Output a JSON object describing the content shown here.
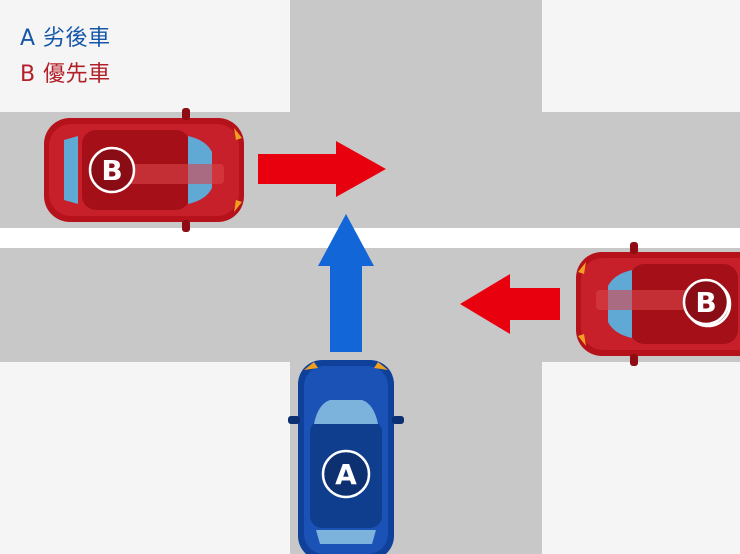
{
  "legend": {
    "a": {
      "text": "A 劣後車",
      "color": "#1556a8"
    },
    "b": {
      "text": "B 優先車",
      "color": "#b2202a"
    }
  },
  "cars": [
    {
      "id": "car-b-left",
      "label": "B",
      "facing": "right",
      "body_color": "#b5121b"
    },
    {
      "id": "car-b-right",
      "label": "B",
      "facing": "left",
      "body_color": "#b5121b"
    },
    {
      "id": "car-a",
      "label": "A",
      "facing": "up",
      "body_color": "#10419a"
    }
  ],
  "arrows": [
    {
      "id": "arrow-b-left",
      "direction": "right",
      "color": "#e8000f"
    },
    {
      "id": "arrow-b-right",
      "direction": "left",
      "color": "#e8000f"
    },
    {
      "id": "arrow-a",
      "direction": "up",
      "color": "#1266d8"
    }
  ],
  "colors": {
    "background": "#f5f5f5",
    "road": "#c8c8c8",
    "divider": "#ffffff"
  }
}
